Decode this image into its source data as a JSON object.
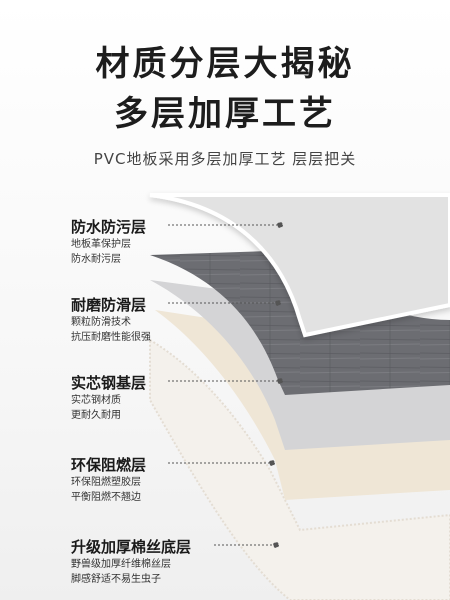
{
  "heading": {
    "line1": "材质分层大揭秘",
    "line2": "多层加厚工艺",
    "subtitle": "PVC地板采用多层加厚工艺 层层把关"
  },
  "layers": [
    {
      "title": "防水防污层",
      "desc1": "地板革保护层",
      "desc2": "防水耐污层"
    },
    {
      "title": "耐磨防滑层",
      "desc1": "颗粒防滑技术",
      "desc2": "抗压耐磨性能很强"
    },
    {
      "title": "实芯钢基层",
      "desc1": "实芯钢材质",
      "desc2": "更耐久耐用"
    },
    {
      "title": "环保阻燃层",
      "desc1": "环保阻燃塑胶层",
      "desc2": "平衡阻燃不翘边"
    },
    {
      "title": "升级加厚棉丝底层",
      "desc1": "野兽级加厚纤维棉丝层",
      "desc2": "脚感舒适不易生虫子"
    }
  ],
  "colors": {
    "top_layer": "#e2e2e2",
    "wood_layer": "#6f7075",
    "steel_layer": "#d4d4d6",
    "eco_layer": "#efe6d6",
    "felt_layer": "#f4f1ec"
  }
}
